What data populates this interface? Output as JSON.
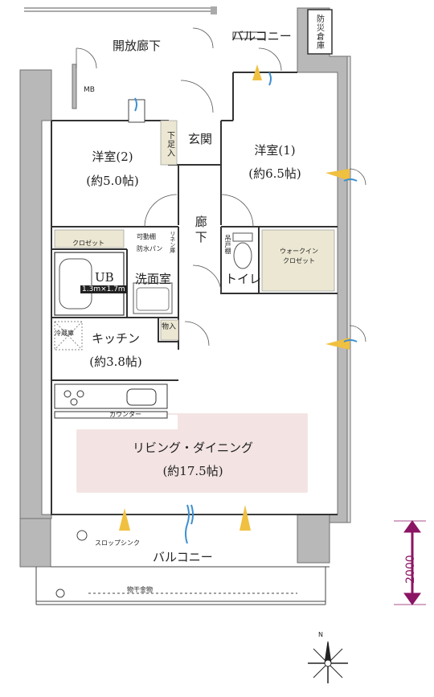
{
  "rooms": {
    "open_corridor": "開放廊下",
    "balcony_top": "バルコニー",
    "storage_vertical": "防災倉庫",
    "mb": "MB",
    "shoe_storage": "下足入",
    "entrance": "玄関",
    "western_room_2_name": "洋室(2)",
    "western_room_2_size": "(約5.0帖)",
    "western_room_1_name": "洋室(1)",
    "western_room_1_size": "(約6.5帖)",
    "corridor": "廊下",
    "closet": "クロゼット",
    "movable_shelf": "可動棚",
    "linen_storage": "リネン庫",
    "waterproof_pan": "防水パン",
    "ub": "UB",
    "ub_size": "1.3m×1.7m",
    "washroom": "洗面室",
    "hanging_shelf": "吊戸棚",
    "toilet": "トイレ",
    "walk_in_closet_line1": "ウォークイン",
    "walk_in_closet_line2": "クロゼット",
    "refrigerator": "冷蔵庫",
    "kitchen_name": "キッチン",
    "kitchen_size": "(約3.8帖)",
    "storage_small": "物入",
    "counter": "カウンター",
    "living_name": "リビング・ダイニング",
    "living_size": "(約17.5帖)",
    "slop_sink": "スロップシンク",
    "balcony_bottom": "バルコニー",
    "clothes_hanger": "物干金物"
  },
  "dimension": "2000",
  "compass": "N",
  "colors": {
    "wall": "#b8b8b8",
    "wall_edge": "#707070",
    "living_highlight": "#f3e3e3",
    "storage_fill": "#ece7d3",
    "airflow_yellow": "#f0c040",
    "airflow_blue": "#3d8fd1",
    "dimension": "#8b1464"
  }
}
